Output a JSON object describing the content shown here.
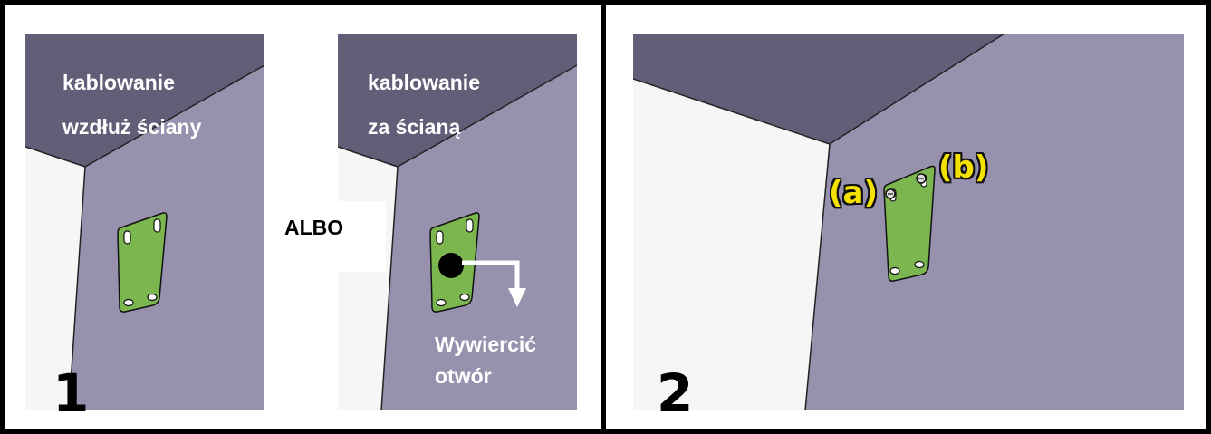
{
  "panel1": {
    "option_a_label_line1": "kablowanie",
    "option_a_label_line2": "wzdłuż ściany",
    "separator": "ALBO",
    "option_b_label_line1": "kablowanie",
    "option_b_label_line2": "za ścianą",
    "drill_label_line1": "Wywiercić",
    "drill_label_line2": "otwór",
    "step_number": "1"
  },
  "panel2": {
    "callout_a": "(a)",
    "callout_b": "(b)",
    "step_number": "2"
  },
  "colors": {
    "ceiling": "#625e78",
    "wall": "#9791ae",
    "side_wall": "#f6f6f6",
    "bracket": "#7bb74e",
    "callout": "#f5e100"
  }
}
